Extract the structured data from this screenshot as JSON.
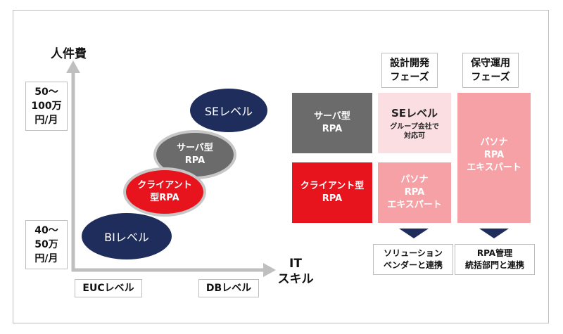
{
  "axes": {
    "y_title": "人件費",
    "x_title": "IT\nスキル",
    "y_high": "50～\n100万\n円/月",
    "y_low": "40～\n50万\n円/月",
    "x_low": "EUCレベル",
    "x_high": "DBレベル"
  },
  "ellipses": {
    "se": "SEレベル",
    "server": "サーバ型\nRPA",
    "client": "クライアント\n型RPA",
    "bi": "BIレベル"
  },
  "phases": {
    "design_header": "設計開発\nフェーズ",
    "maintenance_header": "保守運用\nフェーズ"
  },
  "rows": {
    "server_label": "サーバ型\nRPA",
    "client_label": "クライアント型\nRPA",
    "server_design_main": "SEレベル",
    "server_design_sub": "グループ会社で\n対応可",
    "client_design": "パソナ\nRPA\nエキスパート",
    "maintenance": "パソナ\nRPA\nエキスパート"
  },
  "footer": {
    "vendor": "ソリューション\nベンダーと連携",
    "rpa_dept": "RPA管理\n統括部門と連携"
  },
  "colors": {
    "navy": "#1f2d5c",
    "gray": "#6b6b6b",
    "red": "#e8141d",
    "pink_light": "#fbdee2",
    "pink": "#f6a1a6",
    "axis": "#bfbfbf"
  }
}
